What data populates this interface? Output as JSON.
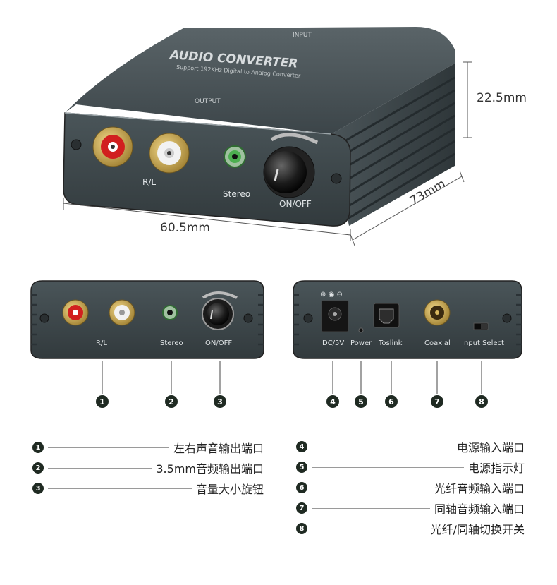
{
  "top_view": {
    "brand_title": "AUDIO CONVERTER",
    "brand_subtitle": "Support 192KHz Digital to Analog Converter",
    "input_label": "INPUT",
    "output_label": "OUTPUT",
    "port_label_rl": "R/L",
    "port_label_stereo": "Stereo",
    "port_label_onoff": "ON/OFF"
  },
  "dimensions": {
    "height": "22.5mm",
    "depth": "73mm",
    "width": "60.5mm"
  },
  "front_panel": {
    "labels": [
      "R/L",
      "Stereo",
      "ON/OFF"
    ]
  },
  "back_panel": {
    "polarity": "⊕ ◉ ⊖",
    "labels": [
      "DC/5V",
      "Power",
      "Toslink",
      "Coaxial",
      "Input Select"
    ]
  },
  "callouts": [
    "1",
    "2",
    "3",
    "4",
    "5",
    "6",
    "7",
    "8"
  ],
  "legend_left": [
    {
      "num": "1",
      "text": "左右声音输出端口"
    },
    {
      "num": "2",
      "text": "3.5mm音频输出端口"
    },
    {
      "num": "3",
      "text": "音量大小旋钮"
    }
  ],
  "legend_right": [
    {
      "num": "4",
      "text": "电源输入端口"
    },
    {
      "num": "5",
      "text": "电源指示灯"
    },
    {
      "num": "6",
      "text": "光纤音频输入端口"
    },
    {
      "num": "7",
      "text": "同轴音频输入端口"
    },
    {
      "num": "8",
      "text": "光纤/同轴切换开关"
    }
  ],
  "colors": {
    "device_body": "#4a5458",
    "device_panel": "#3a4448",
    "rca_red": "#d11f1f",
    "rca_white": "#f2f2f2",
    "jack_green": "#4caf50",
    "gold": "#c9a24a",
    "badge": "#1f2a22"
  }
}
